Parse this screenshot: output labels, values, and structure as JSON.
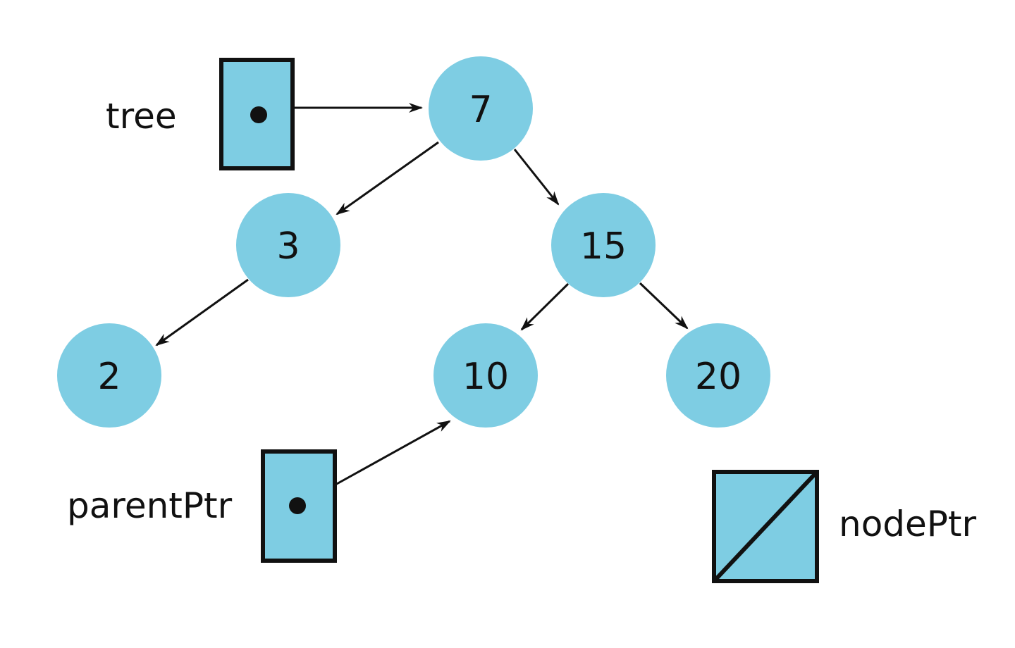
{
  "nodes": [
    {
      "id": "n7",
      "label": "7"
    },
    {
      "id": "n3",
      "label": "3"
    },
    {
      "id": "n15",
      "label": "15"
    },
    {
      "id": "n2",
      "label": "2"
    },
    {
      "id": "n10",
      "label": "10"
    },
    {
      "id": "n20",
      "label": "20"
    }
  ],
  "pointers": {
    "tree": {
      "label": "tree",
      "target": "7",
      "is_null": false
    },
    "parentPtr": {
      "label": "parentPtr",
      "target": "10",
      "is_null": false
    },
    "nodePtr": {
      "label": "nodePtr",
      "is_null": true
    }
  },
  "edges": [
    {
      "from": "7",
      "to": "3"
    },
    {
      "from": "7",
      "to": "15"
    },
    {
      "from": "3",
      "to": "2"
    },
    {
      "from": "15",
      "to": "10"
    },
    {
      "from": "15",
      "to": "20"
    }
  ],
  "colors": {
    "node_fill": "#7ecde3",
    "stroke": "#111111"
  }
}
